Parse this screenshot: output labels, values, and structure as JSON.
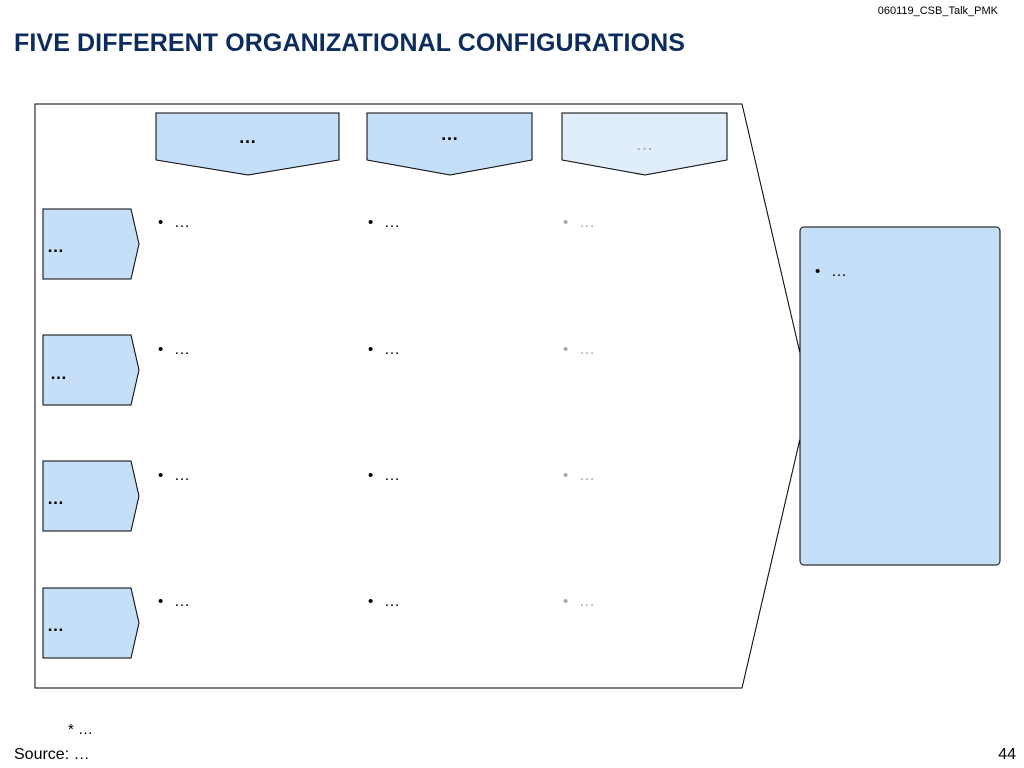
{
  "header": {
    "doc_id": "060119_CSB_Talk_PMK",
    "title": "FIVE DIFFERENT ORGANIZATIONAL CONFIGURATIONS"
  },
  "colors": {
    "title": "#0b2c5c",
    "box_fill": "#c5dff8",
    "box_fill_light": "#e0edfb",
    "faded_text": "#a8a8a8"
  },
  "columns": [
    {
      "label": "…",
      "faded": false
    },
    {
      "label": "…",
      "faded": false
    },
    {
      "label": "…",
      "faded": true
    }
  ],
  "rows": [
    {
      "label": "…",
      "cells": [
        "…",
        "…",
        "…"
      ]
    },
    {
      "label": "…",
      "cells": [
        "…",
        "…",
        "…"
      ]
    },
    {
      "label": "…",
      "cells": [
        "…",
        "…",
        "…"
      ]
    },
    {
      "label": "…",
      "cells": [
        "…",
        "…",
        "…"
      ]
    }
  ],
  "result": {
    "bullet": "…"
  },
  "footer": {
    "footnote": "* …",
    "source": "Source: …",
    "page_number": "44"
  }
}
